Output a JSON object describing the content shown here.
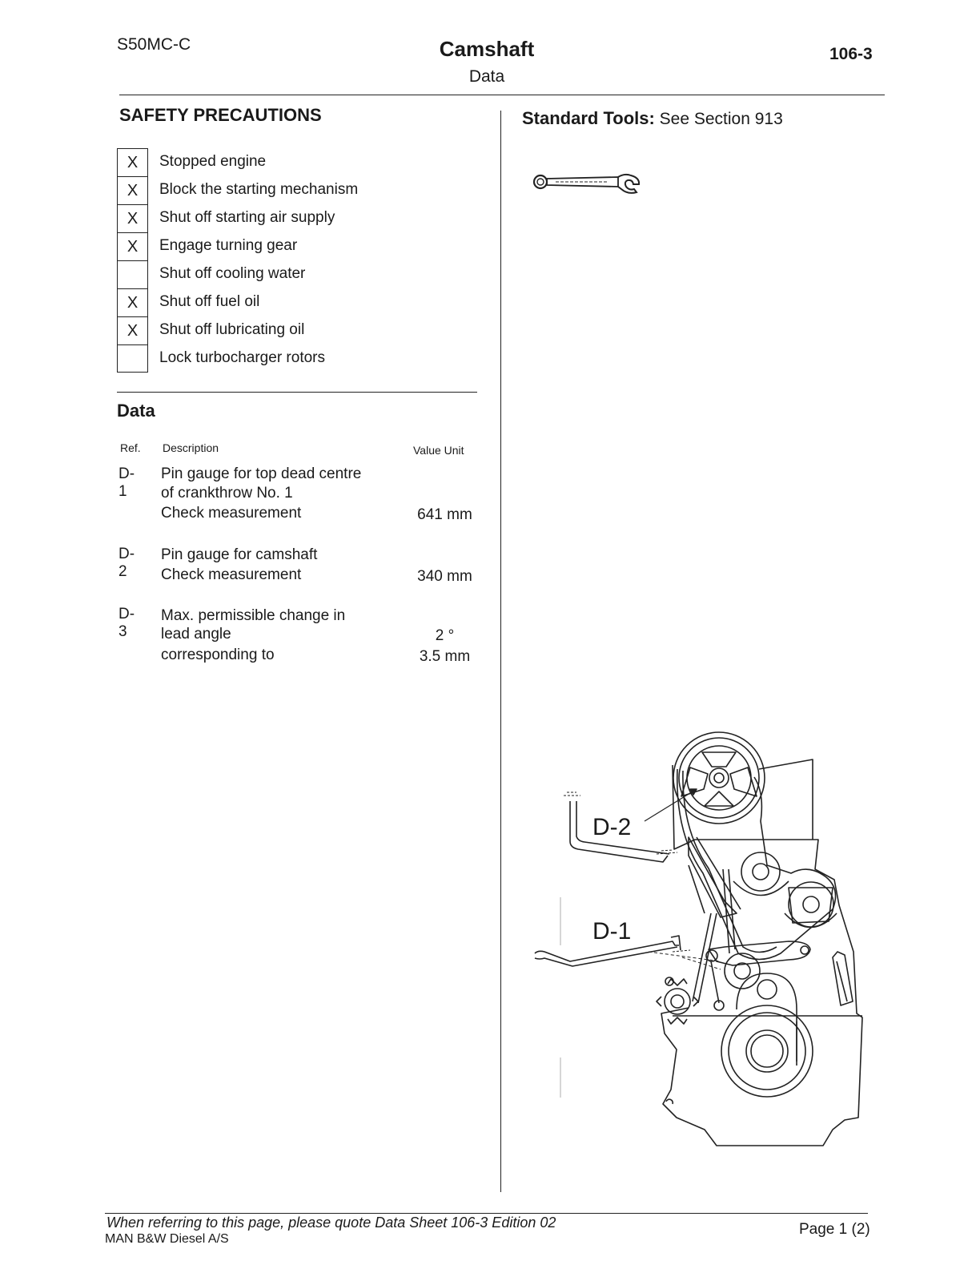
{
  "header": {
    "model": "S50MC-C",
    "title": "Camshaft",
    "subtitle": "Data",
    "sheet_number": "106-3"
  },
  "safety": {
    "title": "SAFETY PRECAUTIONS",
    "items": [
      {
        "mark": "X",
        "label": "Stopped engine"
      },
      {
        "mark": "X",
        "label": "Block the starting mechanism"
      },
      {
        "mark": "X",
        "label": "Shut off starting air supply"
      },
      {
        "mark": "X",
        "label": "Engage turning gear"
      },
      {
        "mark": "",
        "label": "Shut off cooling water"
      },
      {
        "mark": "X",
        "label": "Shut off fuel oil"
      },
      {
        "mark": "X",
        "label": "Shut off lubricating oil"
      },
      {
        "mark": "",
        "label": "Lock turbocharger rotors"
      }
    ]
  },
  "tools": {
    "label": "Standard Tools:",
    "text": "See Section 913",
    "icon": "wrench-icon"
  },
  "data": {
    "title": "Data",
    "columns": {
      "ref": "Ref.",
      "description": "Description",
      "value_unit": "Value Unit"
    },
    "rows": [
      {
        "ref": "D-1",
        "lines": [
          "Pin gauge for top dead centre",
          "of crankthrow No. 1",
          "Check measurement"
        ],
        "values": [
          "",
          "",
          "641 mm"
        ]
      },
      {
        "ref": "D-2",
        "lines": [
          "Pin gauge for camshaft",
          "Check measurement"
        ],
        "values": [
          "",
          "340 mm"
        ]
      },
      {
        "ref": "D-3",
        "lines": [
          "Max. permissible change in",
          "lead angle",
          "corresponding to"
        ],
        "values": [
          "",
          "2 °",
          "3.5 mm"
        ]
      }
    ]
  },
  "diagram": {
    "labels": {
      "d2": "D-2",
      "d1": "D-1"
    }
  },
  "footer": {
    "note": "When referring to this page, please quote Data Sheet 106-3 Edition 02",
    "page": "Page 1 (2)",
    "company": "MAN B&W Diesel A/S"
  }
}
